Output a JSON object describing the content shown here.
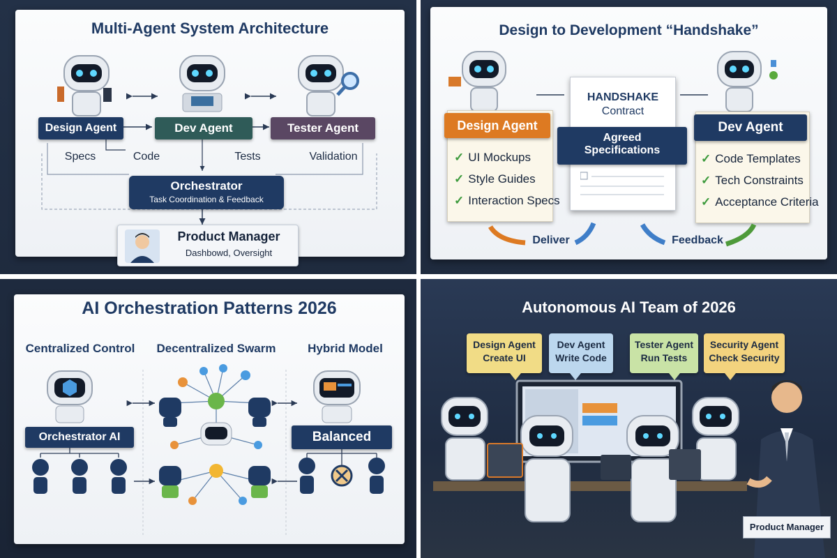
{
  "panel1": {
    "title": "Multi-Agent System Architecture",
    "agents": [
      "Design Agent",
      "Dev Agent",
      "Tester Agent"
    ],
    "flow_labels": [
      "Specs",
      "Code",
      "Tests",
      "Validation"
    ],
    "orchestrator": {
      "title": "Orchestrator",
      "subtitle": "Task Coordination & Feedback"
    },
    "product_manager": {
      "title": "Product Manager",
      "subtitle": "Dashbowd, Oversight"
    }
  },
  "panel2": {
    "title": "Design to Development “Handshake”",
    "design_agent": {
      "label": "Design Agent",
      "items": [
        "UI Mockups",
        "Style Guides",
        "Interaction Specs"
      ]
    },
    "contract": {
      "heading_line1": "HANDSHAKE",
      "heading_line2": "Contract",
      "banner_line1": "Agreed",
      "banner_line2": "Specifications"
    },
    "dev_agent": {
      "label": "Dev Agent",
      "items": [
        "Code Templates",
        "Tech Constraints",
        "Acceptance Criteria"
      ]
    },
    "bottom_labels": [
      "Deliver",
      "Feedback"
    ]
  },
  "panel3": {
    "title": "AI Orchestration Patterns 2026",
    "columns": [
      "Centralized Control",
      "Decentralized Swarm",
      "Hybrid Model"
    ],
    "banners": [
      "Orchestrator AI",
      "Balanced"
    ]
  },
  "panel4": {
    "title": "Autonomous AI Team of 2026",
    "bubbles": [
      {
        "name": "Design Agent",
        "task": "Create UI"
      },
      {
        "name": "Dev Agent",
        "task": "Write Code"
      },
      {
        "name": "Tester Agent",
        "task": "Run Tests"
      },
      {
        "name": "Security Agent",
        "task": "Check Security"
      }
    ],
    "product_manager_label": "Product Manager"
  },
  "colors": {
    "navy": "#1f3a63",
    "dev_green": "#2f5b58",
    "tester_purple": "#5a4763",
    "orange": "#dd7a22",
    "bubble_yellow": "#f1dc86",
    "bubble_blue": "#bcd7ee",
    "bubble_green": "#c9e3a6",
    "bubble_amber": "#f3d37e"
  }
}
